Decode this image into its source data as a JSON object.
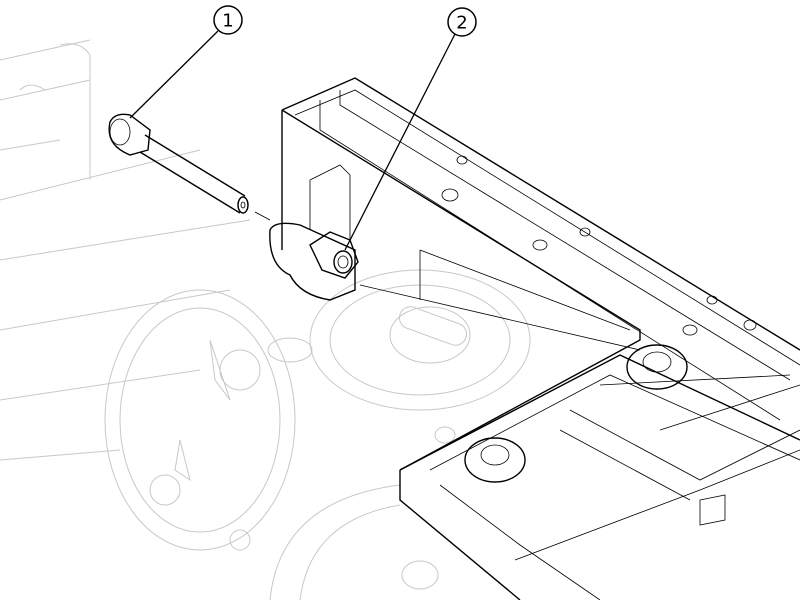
{
  "diagram": {
    "callouts": [
      {
        "label": "1",
        "part": "socket-head-bolt"
      },
      {
        "label": "2",
        "part": "nut"
      }
    ],
    "colors": {
      "line": "#000000",
      "ghost": "#c8c8c8",
      "background": "#ffffff"
    }
  }
}
